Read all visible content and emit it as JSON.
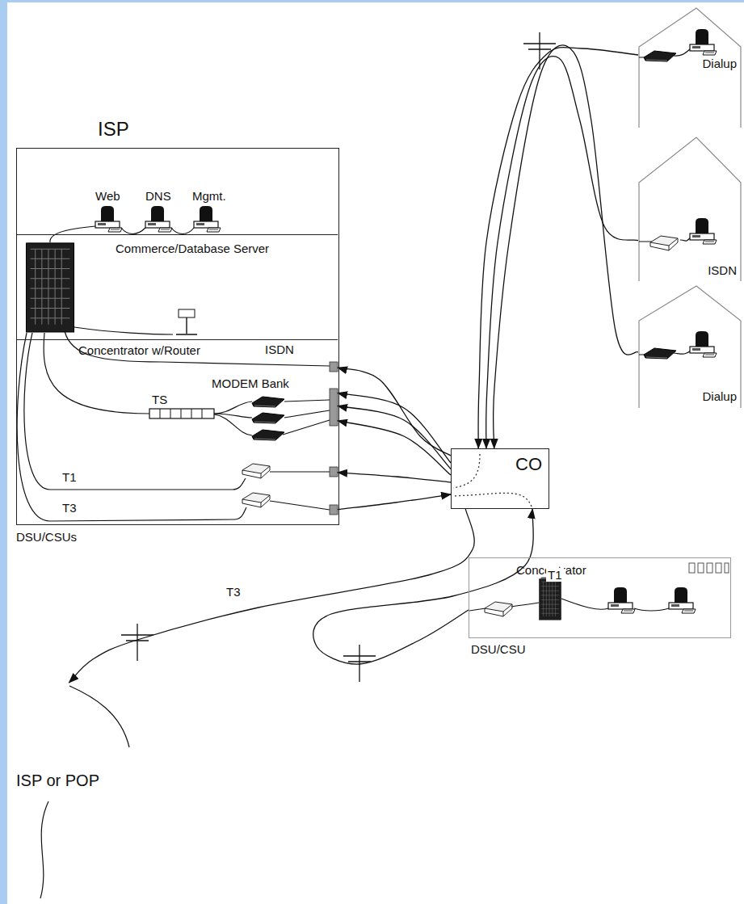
{
  "diagram": {
    "nodes": [
      {
        "text": [
          "ISP"
        ]
      },
      {
        "text": [
          "Commerce/Database Server"
        ],
        "in": 0
      },
      {
        "text": [
          "Concentrator w/Router"
        ],
        "in": 0
      },
      {
        "text": [
          "Dialup"
        ]
      },
      {
        "text": [
          "ISDN"
        ]
      },
      {
        "text": [
          "Dialup"
        ]
      },
      {
        "text": [
          "CO"
        ]
      },
      {
        "text": [
          "Concentrator",
          "DSU/CSU"
        ]
      },
      {
        "text": [
          "ISP or POP"
        ]
      }
    ],
    "edges": [
      {
        "from": 3,
        "to": 6,
        "arrow": "to"
      },
      {
        "from": 4,
        "to": 6,
        "arrow": "to"
      },
      {
        "from": 5,
        "to": 6,
        "arrow": "to"
      },
      {
        "from": 6,
        "to": 2,
        "arrow": "to"
      },
      {
        "from": 6,
        "to": 2,
        "arrow": "to"
      },
      {
        "from": 6,
        "to": 2,
        "arrow": "to"
      },
      {
        "from": 6,
        "to": 2,
        "arrow": "to"
      },
      {
        "from": 6,
        "to": 2,
        "arrow": "to"
      },
      {
        "from": 2,
        "to": 6,
        "arrow": "to"
      },
      {
        "from": 6,
        "to": 8,
        "label": "T3",
        "arrow": "to"
      },
      {
        "from": 7,
        "to": 6,
        "label": "T1",
        "arrow": "to"
      }
    ],
    "labels": [
      "Web",
      "DNS",
      "Mgmt.",
      "ISDN",
      "MODEM Bank",
      "TS",
      "T1",
      "T3",
      "DSU/CSUs"
    ]
  }
}
